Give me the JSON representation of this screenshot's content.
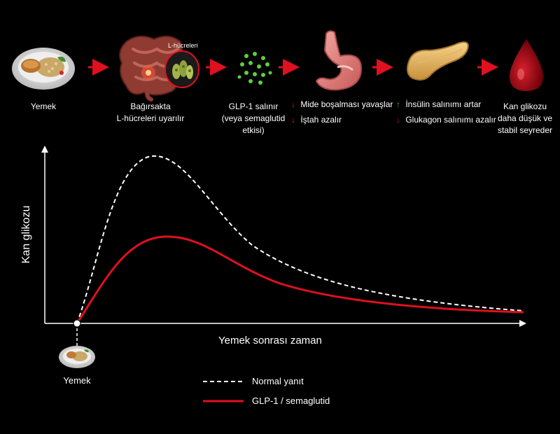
{
  "flow": {
    "captions": {
      "food": "Yemek",
      "intestine": [
        "Bağırsakta",
        "L-hücreleri uyarılır"
      ],
      "lcell_label": "L-hücreleri",
      "glp1": [
        "GLP-1 salınır",
        "(veya semaglutid",
        "etkisi)"
      ],
      "glucose": [
        "Kan glikozu",
        "daha düşük ve",
        "stabil seyreder"
      ]
    },
    "stomach_effects": [
      {
        "arrow": "↓",
        "text": "Mide boşalması yavaşlar"
      },
      {
        "arrow": "↓",
        "text": "İştah azalır"
      }
    ],
    "pancreas_effects": [
      {
        "arrow": "↑",
        "text": "İnsülin salınımı artar"
      },
      {
        "arrow": "↓",
        "text": "Glukagon salınımı azalır"
      }
    ]
  },
  "chart": {
    "ylabel": "Kan glikozu",
    "xlabel": "Yemek sonrası zaman",
    "meal_marker": "Yemek",
    "legend": [
      {
        "label": "Normal yanıt",
        "style": "dashed",
        "color": "#ffffff"
      },
      {
        "label": "GLP-1 / semaglutid",
        "style": "solid",
        "color": "#e0101e"
      }
    ]
  },
  "colors": {
    "accent_red": "#e0101e",
    "background": "#000000",
    "up_green": "#4caf50"
  }
}
